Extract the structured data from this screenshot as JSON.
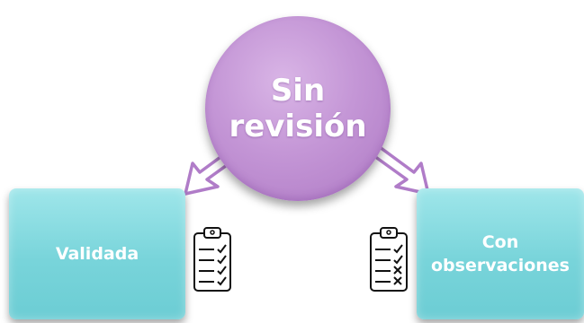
{
  "diagram": {
    "center_node": {
      "label": "Sin\nrevisión"
    },
    "left_node": {
      "label": "Validada"
    },
    "right_node": {
      "label": "Con\nobservaciones"
    }
  },
  "icons": {
    "left_clipboard": "clipboard-checklist-icon",
    "right_clipboard": "clipboard-checklist-x-icon",
    "arrows": "hollow-arrow-icon"
  },
  "colors": {
    "center_fill": "#c496d6",
    "box_fill": "#78d4da",
    "arrow_stroke": "#b07cc8",
    "text": "#ffffff"
  }
}
